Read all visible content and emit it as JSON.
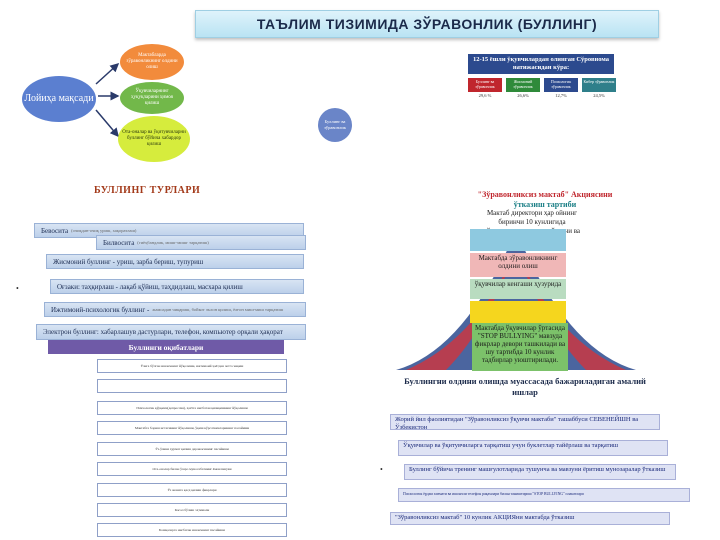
{
  "title": "ТАЪЛИМ ТИЗИМИДА ЗЎРАВОНЛИК (БУЛЛИНГ)",
  "goal": {
    "label": "Лойиҳа мақсади",
    "bubbles": [
      "Мактабларда зўравонликнинг олдини олиш",
      "Ўқувчиларнинг ҳуқуқларини ҳимоя қилиш",
      "Ота-оналар ва ўқитувчиларни буллинг бўйича хабардор қилиш"
    ],
    "side_bubble": "Буллинг ва зўравонлик"
  },
  "survey": {
    "title": "12-15 ёшли ўқувчилардан олинган Сўровнома натижасидан кўра:",
    "cells": [
      {
        "label": "Буллинг ва зўравонлик",
        "value": "29,6 %",
        "color": "#c0262d"
      },
      {
        "label": "Жисмоний зўравонлик",
        "value": "26,6%",
        "color": "#2f8a3a"
      },
      {
        "label": "Психологик зўравонлик",
        "value": "12,7%",
        "color": "#2c4a8e"
      },
      {
        "label": "Кибер зўравонлик",
        "value": "24,5%",
        "color": "#2f7f8a"
      }
    ]
  },
  "types": {
    "heading": "БУЛЛИНГ ТУРЛАРИ",
    "rows": [
      {
        "label": "Бевосита",
        "note": "(очиқдан-очиқ уриш, хақоратлаш)"
      },
      {
        "label": "Билвосита",
        "note": "(гиёҳбандлик, мишг-мишг тарқатиш)"
      },
      {
        "label": "Жисмоний буллинг - уриш, зарба бериш, тупуриш",
        "note": ""
      },
      {
        "label": "Оғзаки: таҳқирлаш - лақаб қўйиш, таҳдидлаш, масхара қилиш",
        "note": ""
      },
      {
        "label": "Ижтимоий-психологик буллинг -",
        "note": "жамоадан чиқариш, бойкот эълон қилиш, ёлғон миш-миш тарқатиш"
      },
      {
        "label": "Электрон буллинг: хабарлашув дастурлари, телефон, компьютер орқали ҳақорат",
        "note": ""
      }
    ]
  },
  "consequences": {
    "heading": "Буллинги оқибатлари",
    "items": [
      "Ўзига бўлган ишончнинг йўқолиши, ижтимоий ҳаётдан четга чиқиш",
      "",
      "Психологик қўрқинч(депрессия), ҳаётга нисбатан қизиқишнинг йўқолиши",
      "Мактабга бориш истагининг йўқолиши, ўқиш кўрсаткичларининг пасайиши",
      "Ўз-ўзини ҳурмат қилиш даражасининг пасайиши",
      "Ота-оналар билан ўзаро муносабатнинг ёмонлашуви",
      "Ўз жонига қасд қилиш фикрлари",
      "Касал бўлиш эҳтимоли",
      "Бошқаларга нисбатан ишончнинг пасайиши"
    ]
  },
  "action": {
    "title": "\"Зўравонликсиз мактаб\" Акциясини",
    "subtitle": "ўтказиш тартиби",
    "center_text": "Мактаб директори ҳар ойнинг биринчи 10 кунлигида зўравонликка учраган ўқувчи ва",
    "steps": [
      "Мактабда зўравонликнинг олдини олиш",
      "ўқувчилар кенгаши ҳузурида",
      "Мактабда ўқувчилар ўртасида \"STOP BULLYING\" мавзуда фикрлар девори ташкилади ва шу тартибда 10 кунлик тадбирлар уюштирилади."
    ]
  },
  "measures": {
    "title": "Буллингни олдини олишда муассасада бажариладиган амалий ишлар",
    "items": [
      "Жорий йил фаолиятидан \"Зўравонликсиз ўқувчи мактаби\" ташаббуси СЕВЕНЕЙШН ва Ўзбекистон",
      "Ўқувчилар ва ўқитувчиларга тарқатиш учун буклетлар тайёрлаш ва тарқатиш",
      "Буллинг бўйича тренинг машғулотларида тушунча ва мавзуни ёритиш мунозаралар ўтказиш",
      "Психологик ёрдам хизмати ва ишончли телефон рақамлари билан таништириш \"STOP BULLYING\" плакатлари",
      "\"Зўравонликсиз мактаб\" 10 кунлик АКЦИЯни мактабда ўтказиш"
    ]
  }
}
